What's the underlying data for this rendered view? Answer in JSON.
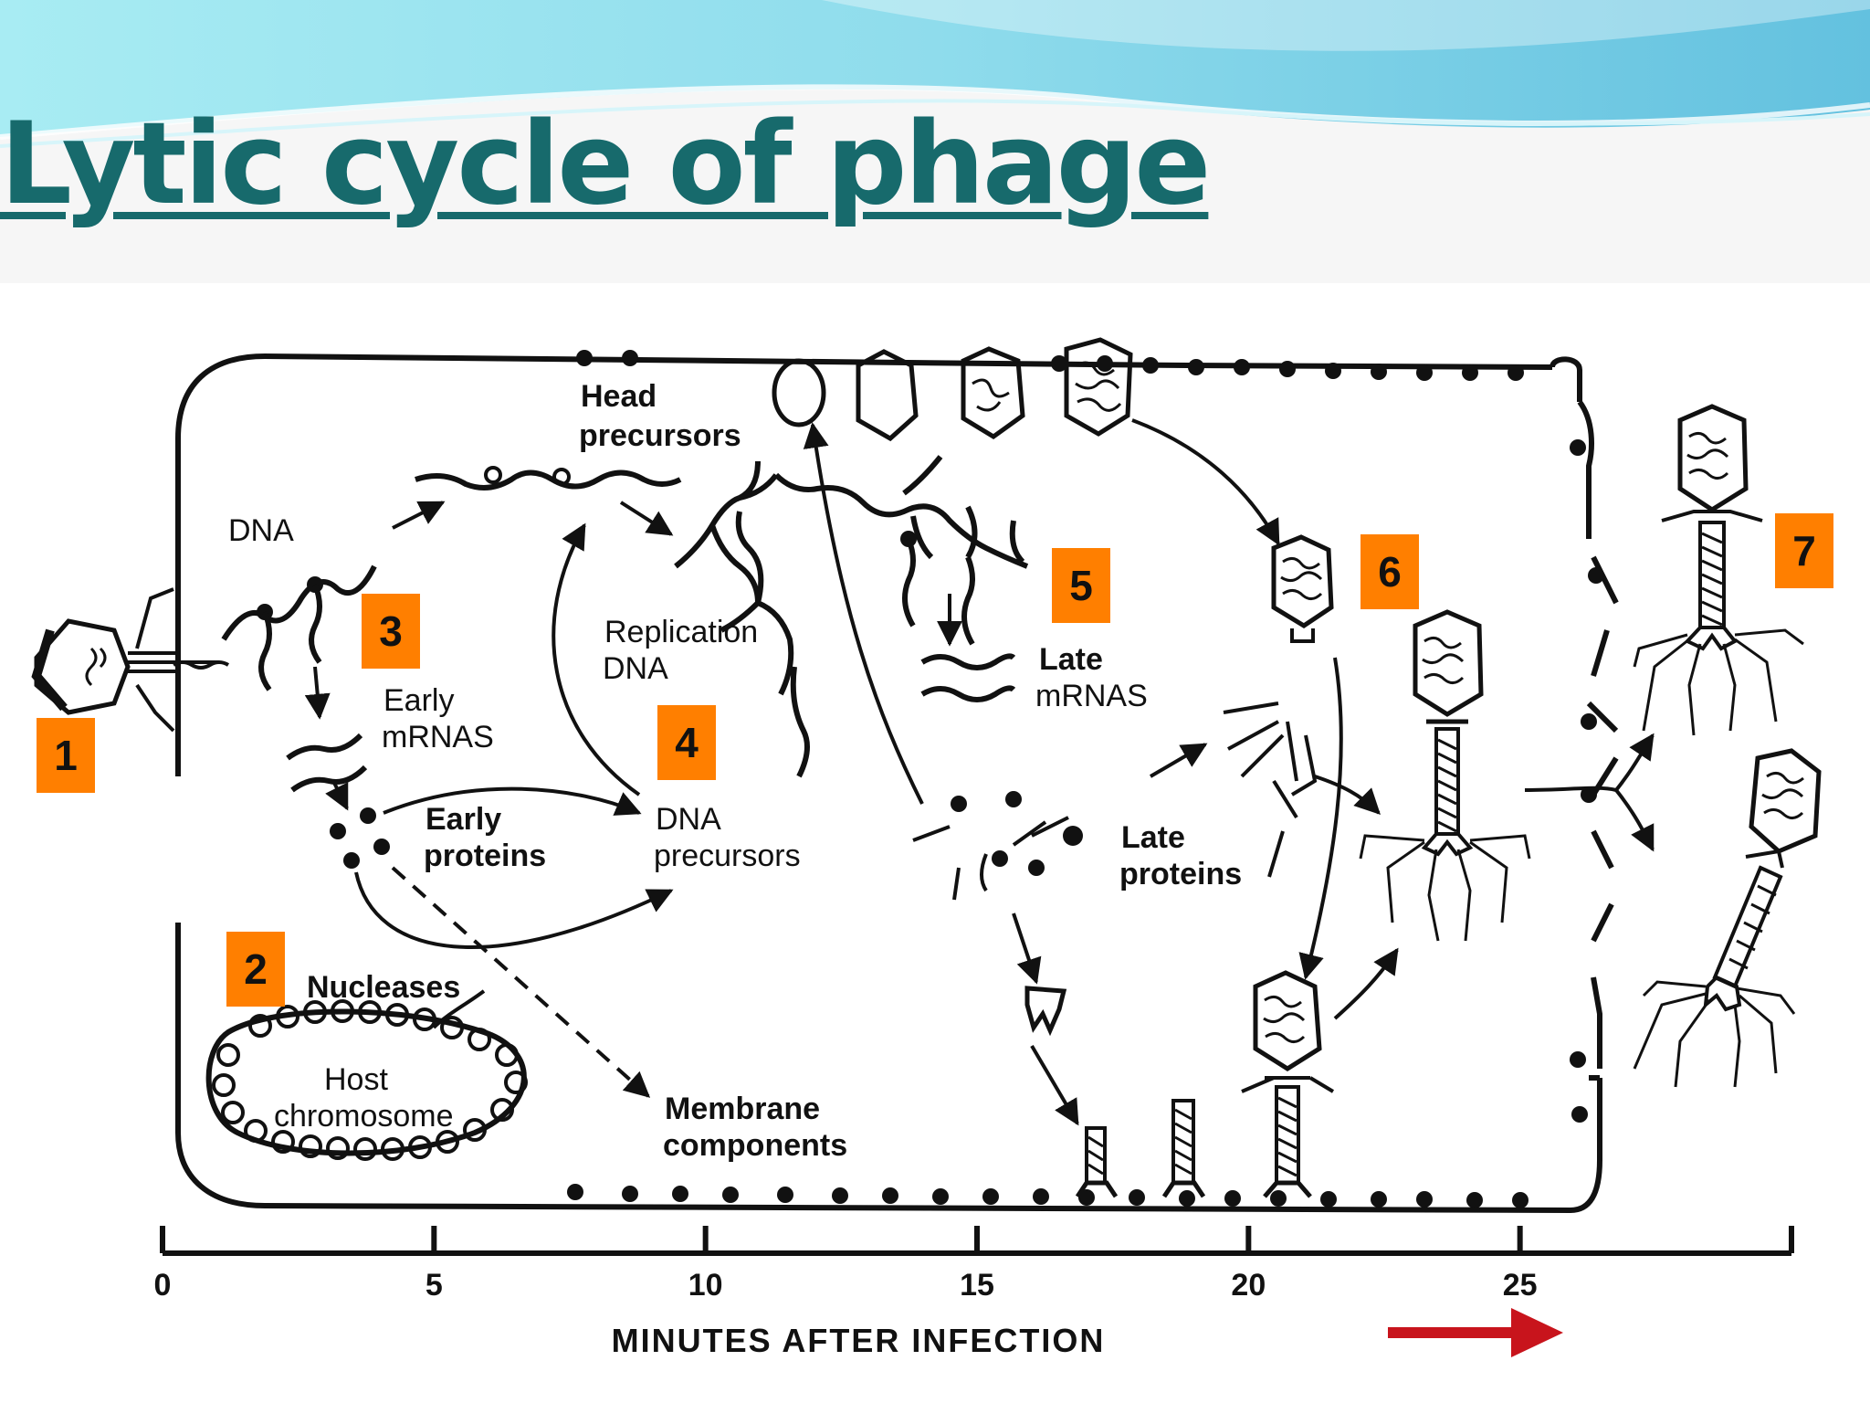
{
  "title": "Lytic cycle of phage",
  "labels": {
    "dna": "DNA",
    "head_precursors_1": "Head",
    "head_precursors_2": "precursors",
    "replication_dna_1": "Replication",
    "replication_dna_2": "DNA",
    "early_mrnas_1": "Early",
    "early_mrnas_2": "mRNAS",
    "early_proteins_1": "Early",
    "early_proteins_2": "proteins",
    "dna_precursors_1": "DNA",
    "dna_precursors_2": "precursors",
    "nucleases": "Nucleases",
    "host_chromosome_1": "Host",
    "host_chromosome_2": "chromosome",
    "membrane_components_1": "Membrane",
    "membrane_components_2": "components",
    "late_mrnas_1": "Late",
    "late_mrnas_2": "mRNAS",
    "late_proteins_1": "Late",
    "late_proteins_2": "proteins"
  },
  "steps": [
    "1",
    "2",
    "3",
    "4",
    "5",
    "6",
    "7"
  ],
  "axis": {
    "title": "MINUTES AFTER INFECTION",
    "ticks": [
      0,
      5,
      10,
      15,
      20,
      25
    ],
    "tick_labels": [
      "0",
      "5",
      "10",
      "15",
      "20",
      "25"
    ],
    "range": [
      0,
      30
    ]
  },
  "colors": {
    "title": "#176a6c",
    "step_box": "#ff7f00",
    "arrow": "#c8141c",
    "banner_light": "#c7f1f7",
    "banner_dark": "#6ec6e2"
  }
}
